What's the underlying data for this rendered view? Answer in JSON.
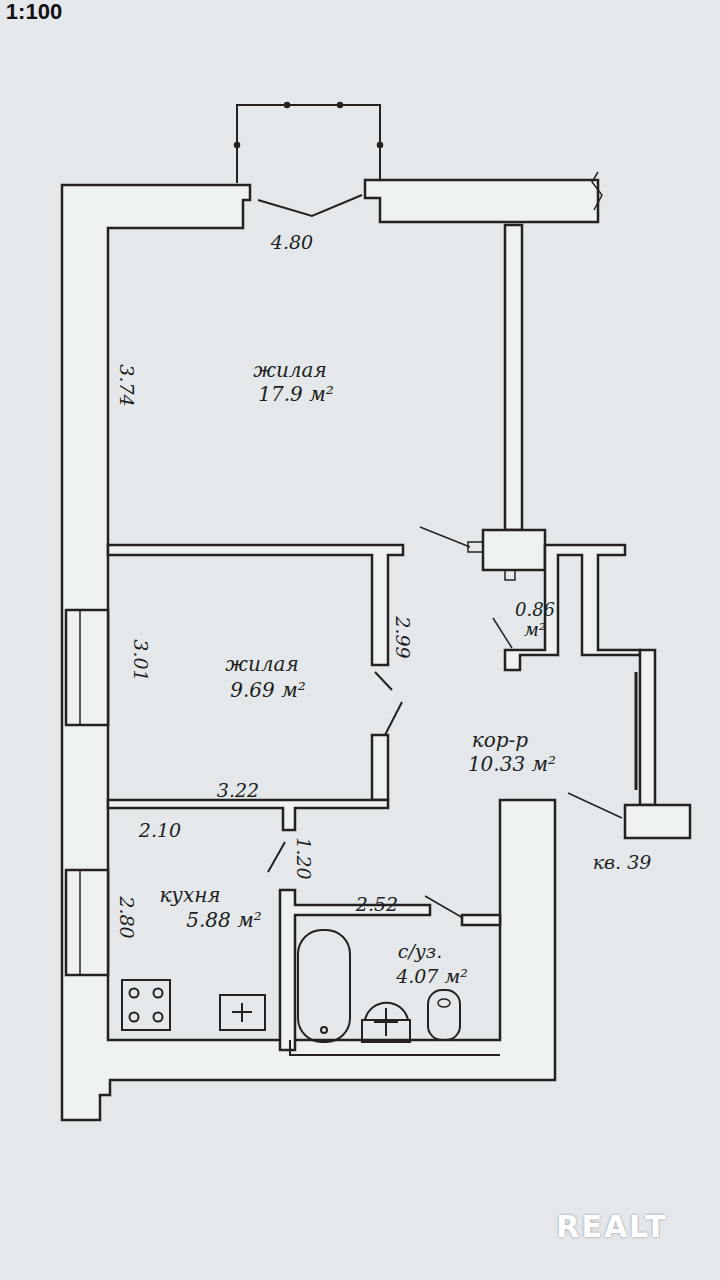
{
  "diagram": {
    "labels": [
      "1:100",
      "4.80",
      "3.74",
      "жилая",
      "17.9 м²",
      "2.99",
      "3.01",
      "жилая",
      "9.69 м²",
      "0.86 м²",
      "кор-р",
      "10.33 м²",
      "3.22",
      "2.10",
      "1.20",
      "кв. 39",
      "кухня",
      "5.88 м²",
      "2.80",
      "2.52",
      "с/уз.",
      "4.07 м²",
      "REALT"
    ]
  }
}
